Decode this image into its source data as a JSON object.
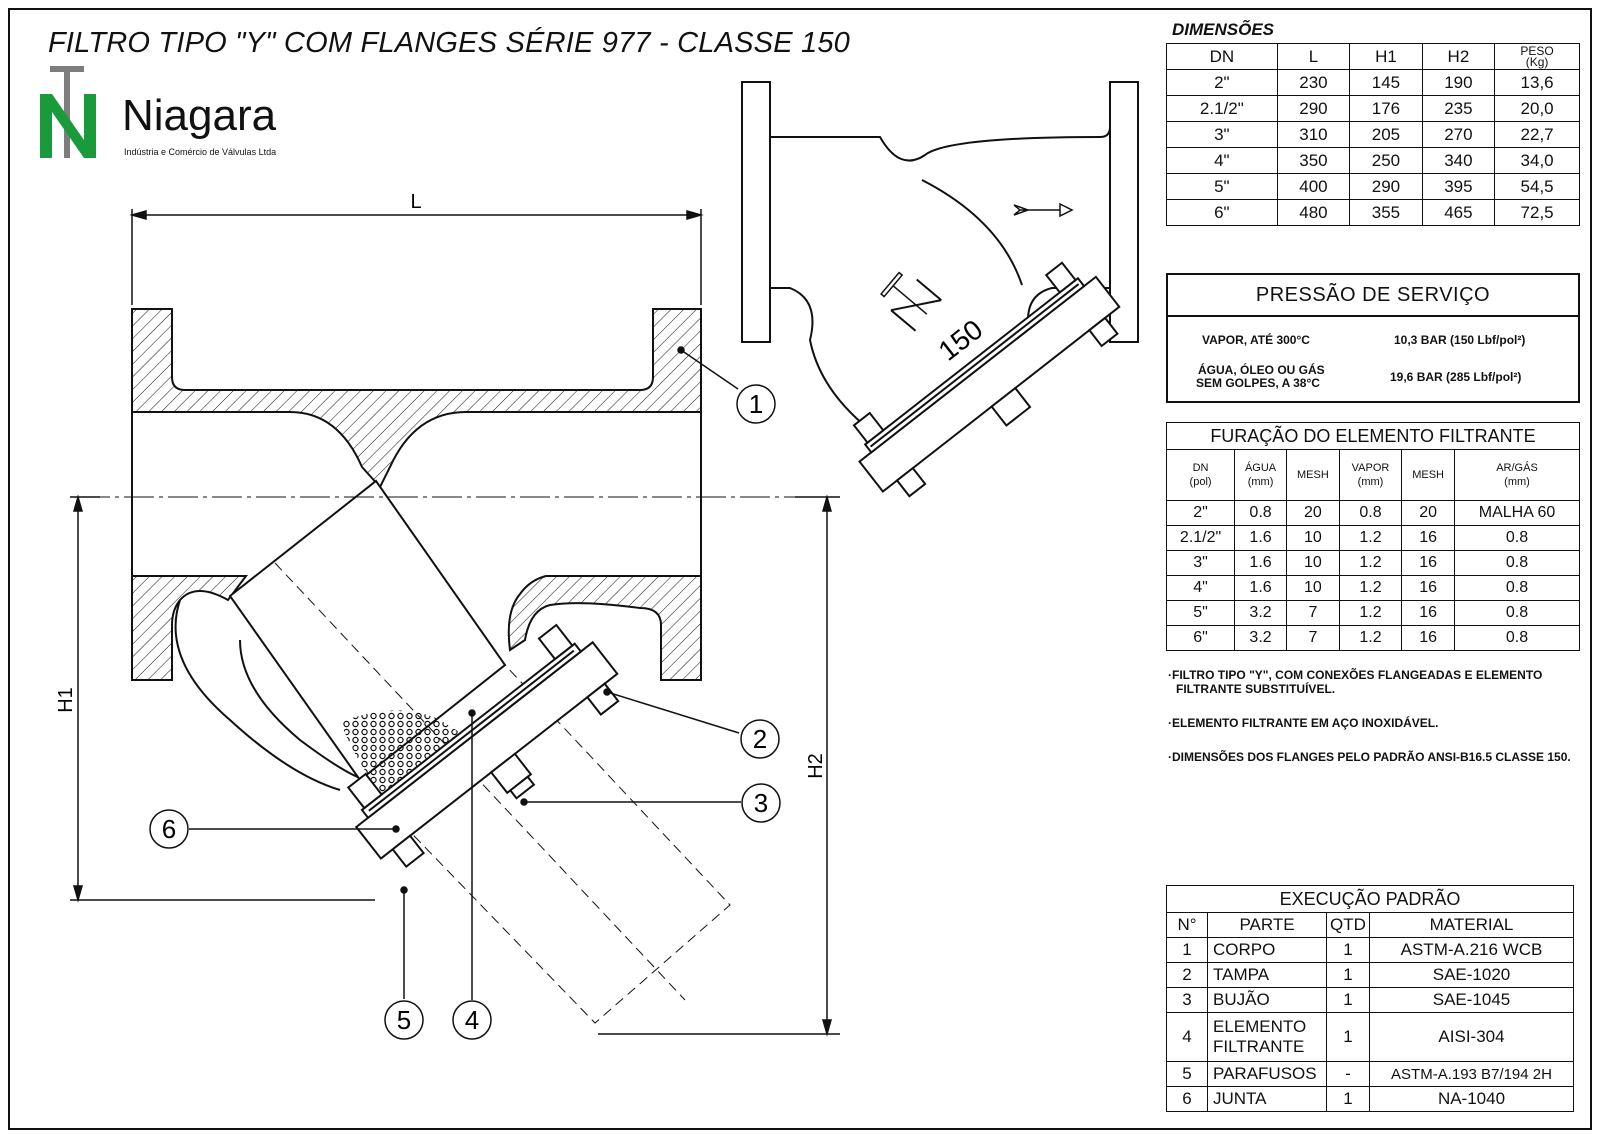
{
  "title": "FILTRO TIPO \"Y\" COM FLANGES SÉRIE 977 - CLASSE 150",
  "logo": {
    "name": "Niagara",
    "subtitle": "Indústria e Comércio de Válvulas Ltda"
  },
  "drawing": {
    "dim_labels": {
      "L": "L",
      "H1": "H1",
      "H2": "H2"
    },
    "callouts": [
      "1",
      "2",
      "3",
      "4",
      "5",
      "6"
    ],
    "body_mark": "150"
  },
  "dimensions": {
    "caption": "DIMENSÕES",
    "headers": [
      "DN",
      "L",
      "H1",
      "H2",
      "PESO",
      "(Kg)"
    ],
    "rows": [
      [
        "2\"",
        "230",
        "145",
        "190",
        "13,6"
      ],
      [
        "2.1/2\"",
        "290",
        "176",
        "235",
        "20,0"
      ],
      [
        "3\"",
        "310",
        "205",
        "270",
        "22,7"
      ],
      [
        "4\"",
        "350",
        "250",
        "340",
        "34,0"
      ],
      [
        "5\"",
        "400",
        "290",
        "395",
        "54,5"
      ],
      [
        "6\"",
        "480",
        "355",
        "465",
        "72,5"
      ]
    ]
  },
  "pressure": {
    "title": "PRESSÃO DE SERVIÇO",
    "rows": [
      {
        "label": "VAPOR, ATÉ 300°C",
        "value": "10,3 BAR (150 Lbf/pol²)"
      },
      {
        "label_1": "ÁGUA, ÓLEO OU GÁS",
        "label_2": "SEM GOLPES, A 38°C",
        "value": "19,6 BAR (285 Lbf/pol²)"
      }
    ]
  },
  "filter": {
    "title": "FURAÇÃO DO ELEMENTO FILTRANTE",
    "headers": [
      [
        "DN",
        "(pol)"
      ],
      [
        "ÁGUA",
        "(mm)"
      ],
      [
        "MESH",
        ""
      ],
      [
        "VAPOR",
        "(mm)"
      ],
      [
        "MESH",
        ""
      ],
      [
        "AR/GÁS",
        "(mm)"
      ]
    ],
    "rows": [
      [
        "2\"",
        "0.8",
        "20",
        "0.8",
        "20",
        "MALHA 60"
      ],
      [
        "2.1/2\"",
        "1.6",
        "10",
        "1.2",
        "16",
        "0.8"
      ],
      [
        "3\"",
        "1.6",
        "10",
        "1.2",
        "16",
        "0.8"
      ],
      [
        "4\"",
        "1.6",
        "10",
        "1.2",
        "16",
        "0.8"
      ],
      [
        "5\"",
        "3.2",
        "7",
        "1.2",
        "16",
        "0.8"
      ],
      [
        "6\"",
        "3.2",
        "7",
        "1.2",
        "16",
        "0.8"
      ]
    ]
  },
  "notes": [
    "·FILTRO TIPO \"Y\", COM CONEXÕES FLANGEADAS E ELEMENTO FILTRANTE SUBSTITUÍVEL.",
    "·ELEMENTO FILTRANTE EM AÇO INOXIDÁVEL.",
    "·DIMENSÕES DOS FLANGES PELO PADRÃO ANSI-B16.5 CLASSE 150."
  ],
  "execution": {
    "title": "EXECUÇÃO PADRÃO",
    "headers": [
      "N°",
      "PARTE",
      "QTD",
      "MATERIAL"
    ],
    "rows": [
      [
        "1",
        "CORPO",
        "",
        "1",
        "ASTM-A.216 WCB"
      ],
      [
        "2",
        "TAMPA",
        "",
        "1",
        "SAE-1020"
      ],
      [
        "3",
        "BUJÃO",
        "",
        "1",
        "SAE-1045"
      ],
      [
        "4",
        "ELEMENTO",
        "FILTRANTE",
        "1",
        "AISI-304"
      ],
      [
        "5",
        "PARAFUSOS",
        "",
        "-",
        "ASTM-A.193 B7/194 2H"
      ],
      [
        "6",
        "JUNTA",
        "",
        "1",
        "NA-1040"
      ]
    ]
  },
  "colors": {
    "logo_green": "#1a9a3a",
    "logo_gray": "#7d7d7d",
    "line": "#111111"
  }
}
